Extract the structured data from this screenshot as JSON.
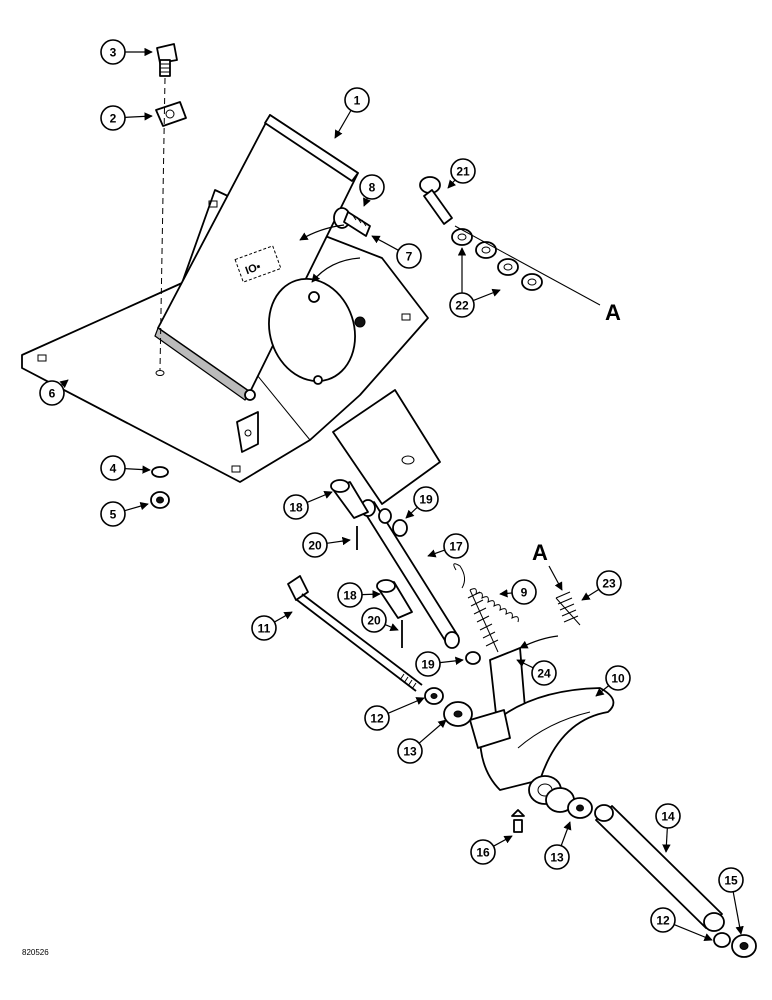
{
  "diagram": {
    "ref_letter": "A",
    "figure_id": "820526",
    "callouts": [
      "1",
      "2",
      "3",
      "4",
      "5",
      "6",
      "7",
      "8",
      "9",
      "10",
      "11",
      "12",
      "12",
      "13",
      "13",
      "14",
      "15",
      "16",
      "17",
      "18",
      "18",
      "19",
      "19",
      "20",
      "20",
      "21",
      "22",
      "23",
      "24"
    ]
  }
}
